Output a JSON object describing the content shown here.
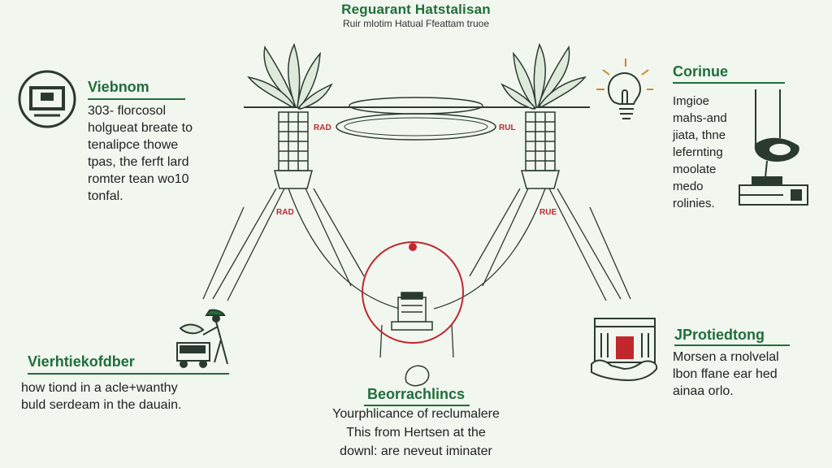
{
  "header": {
    "title": "Reguarant Hatstalisan",
    "subtitle": "Ruir mlotim Hatual Ffeattam truoe"
  },
  "panels": {
    "top_left": {
      "heading": "Viebnom",
      "lines": [
        "303- florcosol",
        "holgueat breate to",
        "tenalipce thowe",
        "tpas, the ferft lard",
        "romter tean wo10",
        "tonfal."
      ],
      "icon": "monitor-icon"
    },
    "top_right": {
      "heading": "Corinue",
      "lines": [
        "Imgioe",
        "mahs-and",
        "jiata, thne",
        "lefernting",
        "moolate",
        "medo",
        "rolinies."
      ],
      "icon": "lightbulb-icon"
    },
    "bottom_left": {
      "heading": "Vierhtiekofdber",
      "lines": [
        "how tiond in a acle+wanthy",
        "buld serdeam in the dauain."
      ],
      "icon": "person-cart-icon"
    },
    "bottom_center": {
      "heading": "Beorrachlincs",
      "lines": [
        "Yourphlicance of reclumalere",
        "This from Hertsen at the",
        "downl: are neveut iminater"
      ],
      "icon": "hand-icon"
    },
    "bottom_right": {
      "heading": "JProtiedtong",
      "lines": [
        "Morsen a rnolvelal",
        "lbon ffane ear hed",
        "ainaa orlo."
      ],
      "icon": "hand-card-icon"
    }
  },
  "diagram_labels": [
    "RAD",
    "RUL",
    "RAD",
    "RUE"
  ],
  "colors": {
    "accent": "#1f6e3a",
    "marker": "#c0282d",
    "ink": "#2b3a2f",
    "background": "#f1f6ef"
  }
}
